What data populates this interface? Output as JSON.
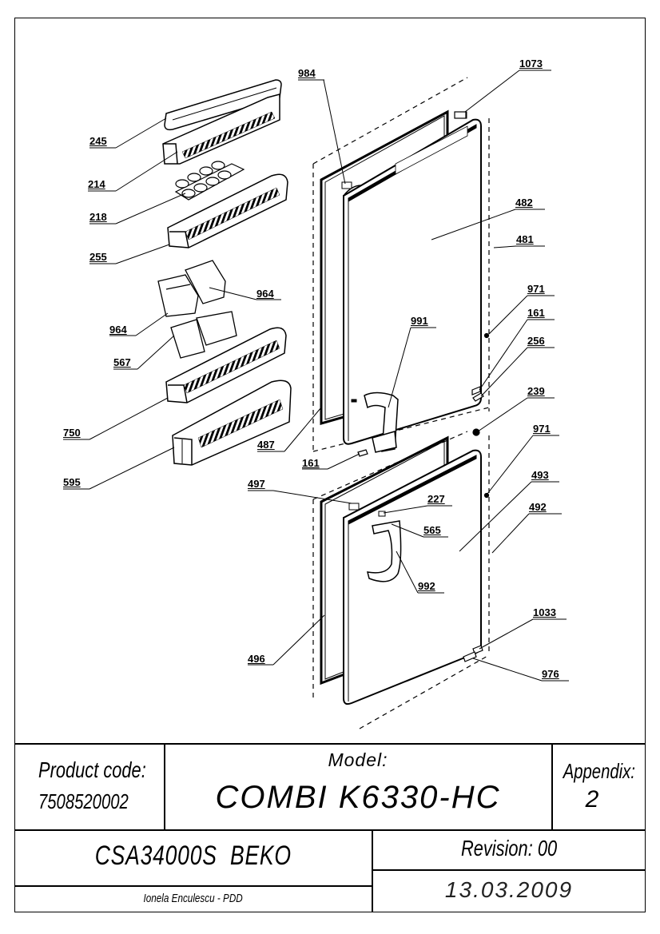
{
  "parts": [
    {
      "id": "p1073",
      "label": "1073"
    },
    {
      "id": "p984",
      "label": "984"
    },
    {
      "id": "p245",
      "label": "245"
    },
    {
      "id": "p214",
      "label": "214"
    },
    {
      "id": "p218",
      "label": "218"
    },
    {
      "id": "p482",
      "label": "482"
    },
    {
      "id": "p481",
      "label": "481"
    },
    {
      "id": "p255",
      "label": "255"
    },
    {
      "id": "p964a",
      "label": "964"
    },
    {
      "id": "p971a",
      "label": "971"
    },
    {
      "id": "p161a",
      "label": "161"
    },
    {
      "id": "p991",
      "label": "991"
    },
    {
      "id": "p964b",
      "label": "964"
    },
    {
      "id": "p256",
      "label": "256"
    },
    {
      "id": "p567",
      "label": "567"
    },
    {
      "id": "p239",
      "label": "239"
    },
    {
      "id": "p750",
      "label": "750"
    },
    {
      "id": "p971b",
      "label": "971"
    },
    {
      "id": "p487",
      "label": "487"
    },
    {
      "id": "p161b",
      "label": "161"
    },
    {
      "id": "p595",
      "label": "595"
    },
    {
      "id": "p493",
      "label": "493"
    },
    {
      "id": "p497",
      "label": "497"
    },
    {
      "id": "p227",
      "label": "227"
    },
    {
      "id": "p492",
      "label": "492"
    },
    {
      "id": "p565",
      "label": "565"
    },
    {
      "id": "p992",
      "label": "992"
    },
    {
      "id": "p1033",
      "label": "1033"
    },
    {
      "id": "p496",
      "label": "496"
    },
    {
      "id": "p976",
      "label": "976"
    }
  ],
  "title_block": {
    "product_code_label": "Product code:",
    "product_code": "7508520002",
    "model_label": "Model:",
    "model": "COMBI K6330-HC",
    "appendix_label": "Appendix:",
    "appendix": "2",
    "csa": "CSA34000S  BEKO",
    "revision": "Revision: 00",
    "author": "Ionela Enculescu - PDD",
    "date": "13.03.2009"
  }
}
